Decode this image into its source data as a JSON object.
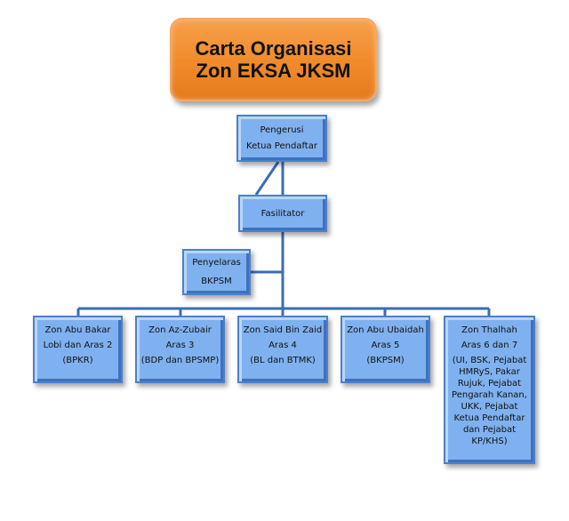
{
  "title": {
    "line1": "Carta Organisasi",
    "line2": "Zon EKSA JKSM"
  },
  "pengerusi": {
    "line1": "Pengerusi",
    "line2": "Ketua Pendaftar"
  },
  "fasilitator": {
    "label": "Fasilitator"
  },
  "penyelaras": {
    "line1": "Penyelaras",
    "line2": "BKPSM"
  },
  "zones": [
    {
      "l1": "Zon Abu Bakar",
      "l2": "Lobi dan Aras 2",
      "l3": "(BPKR)"
    },
    {
      "l1": "Zon Az-Zubair",
      "l2": "Aras 3",
      "l3": "(BDP dan BPSMP)"
    },
    {
      "l1": "Zon Said Bin Zaid",
      "l2": "Aras 4",
      "l3": "(BL dan BTMK)"
    },
    {
      "l1": "Zon Abu Ubaidah",
      "l2": "Aras 5",
      "l3": "(BKPSM)"
    },
    {
      "l1": "Zon Thalhah",
      "l2": "Aras 6 dan 7",
      "l3a": "(UI, BSK, Pejabat",
      "l3b": "HMRyS, Pakar",
      "l3c": "Rujuk, Pejabat",
      "l3d": "Pengarah Kanan,",
      "l3e": "UKK, Pejabat",
      "l3f": "Ketua Pendaftar",
      "l3g": "dan Pejabat",
      "l3h": "KP/KHS)"
    }
  ]
}
